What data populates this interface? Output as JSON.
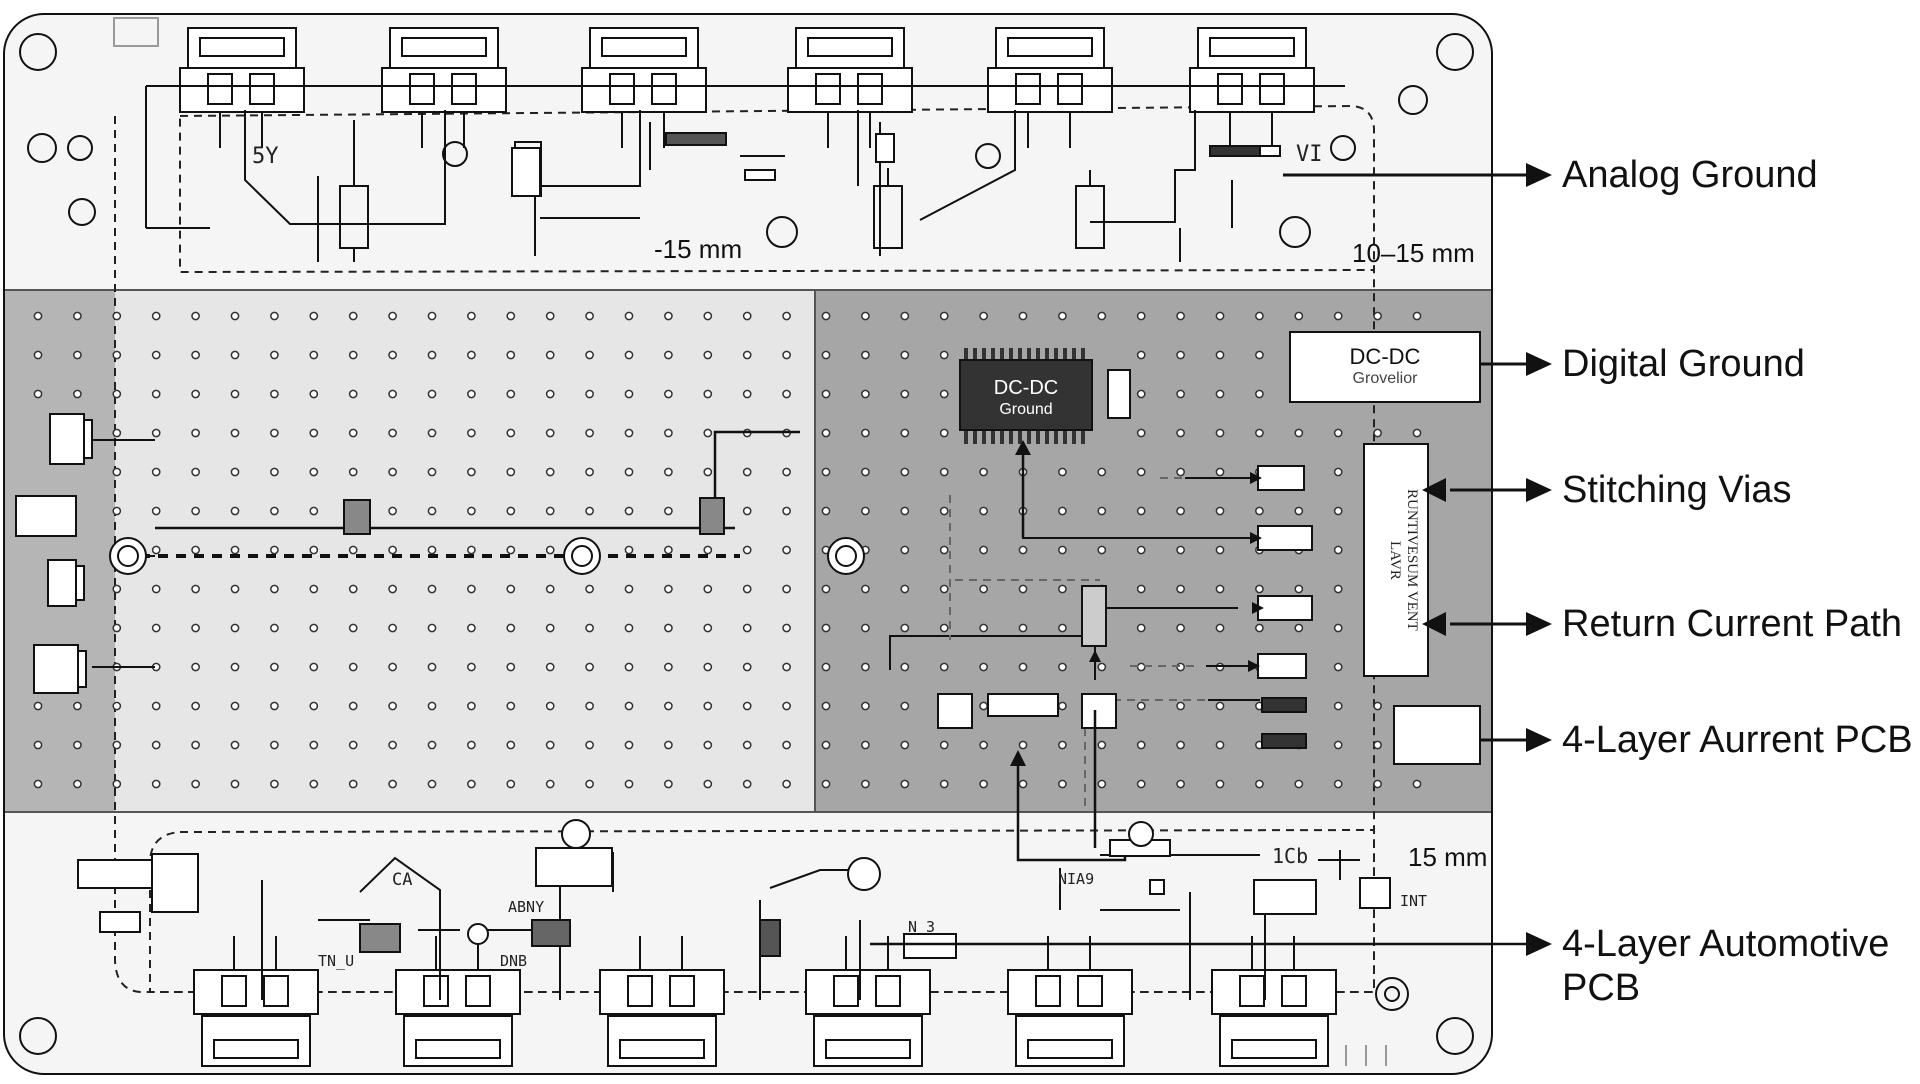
{
  "callouts": [
    {
      "id": "analog",
      "label": "Analog Ground"
    },
    {
      "id": "digital",
      "label": "Digital Ground"
    },
    {
      "id": "stitching",
      "label": "Stitching Vias"
    },
    {
      "id": "return",
      "label": "Return Current Path"
    },
    {
      "id": "fourlayer",
      "label": "4-Layer Aurrent PCB"
    },
    {
      "id": "automotive",
      "label": "4-Layer Automotive PCB"
    }
  ],
  "dimensions": {
    "top_mid": "-15 mm",
    "top_right": "10–15 mm",
    "bottom_right": "15 mm"
  },
  "components": {
    "dcdc_chip": {
      "line1": "DC-DC",
      "line2": "Ground"
    },
    "dcdc_box": {
      "line1": "DC-DC",
      "line2": "Grovelior"
    },
    "vertical_module": "RUNTIVESUM VENT LAVR",
    "top_ref": "5Y",
    "top_ref2": "VI",
    "bottom_labels": [
      "CA",
      "ABNY",
      "NIA9",
      "1Cb",
      "TN_U",
      "DNB",
      "INT",
      "N 3"
    ]
  },
  "colors": {
    "board_bg": "#f4f4f4",
    "left_zone": "#e4e4e4",
    "right_zone": "#a3a3a3",
    "zone_band": "#b3b3b3",
    "chip": "#333333",
    "trace": "#111111"
  }
}
